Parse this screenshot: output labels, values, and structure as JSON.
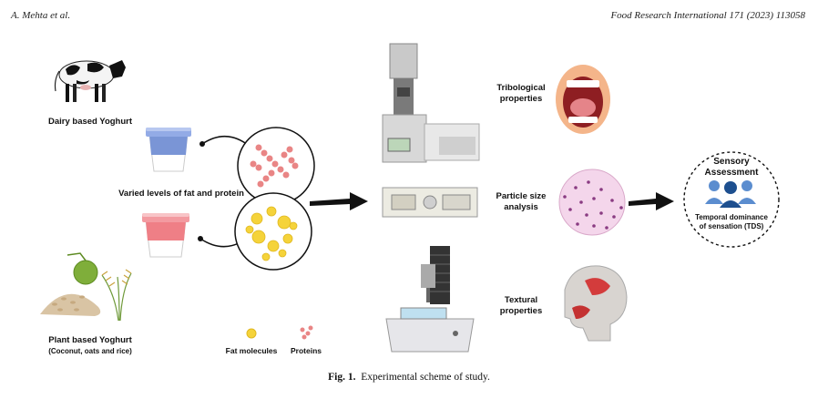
{
  "header": {
    "authors": "A. Mehta et al.",
    "journal": "Food Research International 171 (2023) 113058"
  },
  "figure": {
    "dairy_label": "Dairy based Yoghurt",
    "varied_label": "Varied levels of fat and protein",
    "plant_label": "Plant based Yoghurt",
    "plant_sub": "(Coconut, oats and rice)",
    "legend_fat": "Fat molecules",
    "legend_protein": "Proteins",
    "tribological": [
      "Tribological",
      "properties"
    ],
    "particle": [
      "Particle size",
      "analysis"
    ],
    "textural": [
      "Textural",
      "properties"
    ],
    "sensory_title": [
      "Sensory",
      "Assessment"
    ],
    "sensory_sub": [
      "Temporal dominance",
      "of sensation (TDS)"
    ]
  },
  "caption": {
    "label": "Fig. 1.",
    "text": "Experimental scheme of study."
  }
}
